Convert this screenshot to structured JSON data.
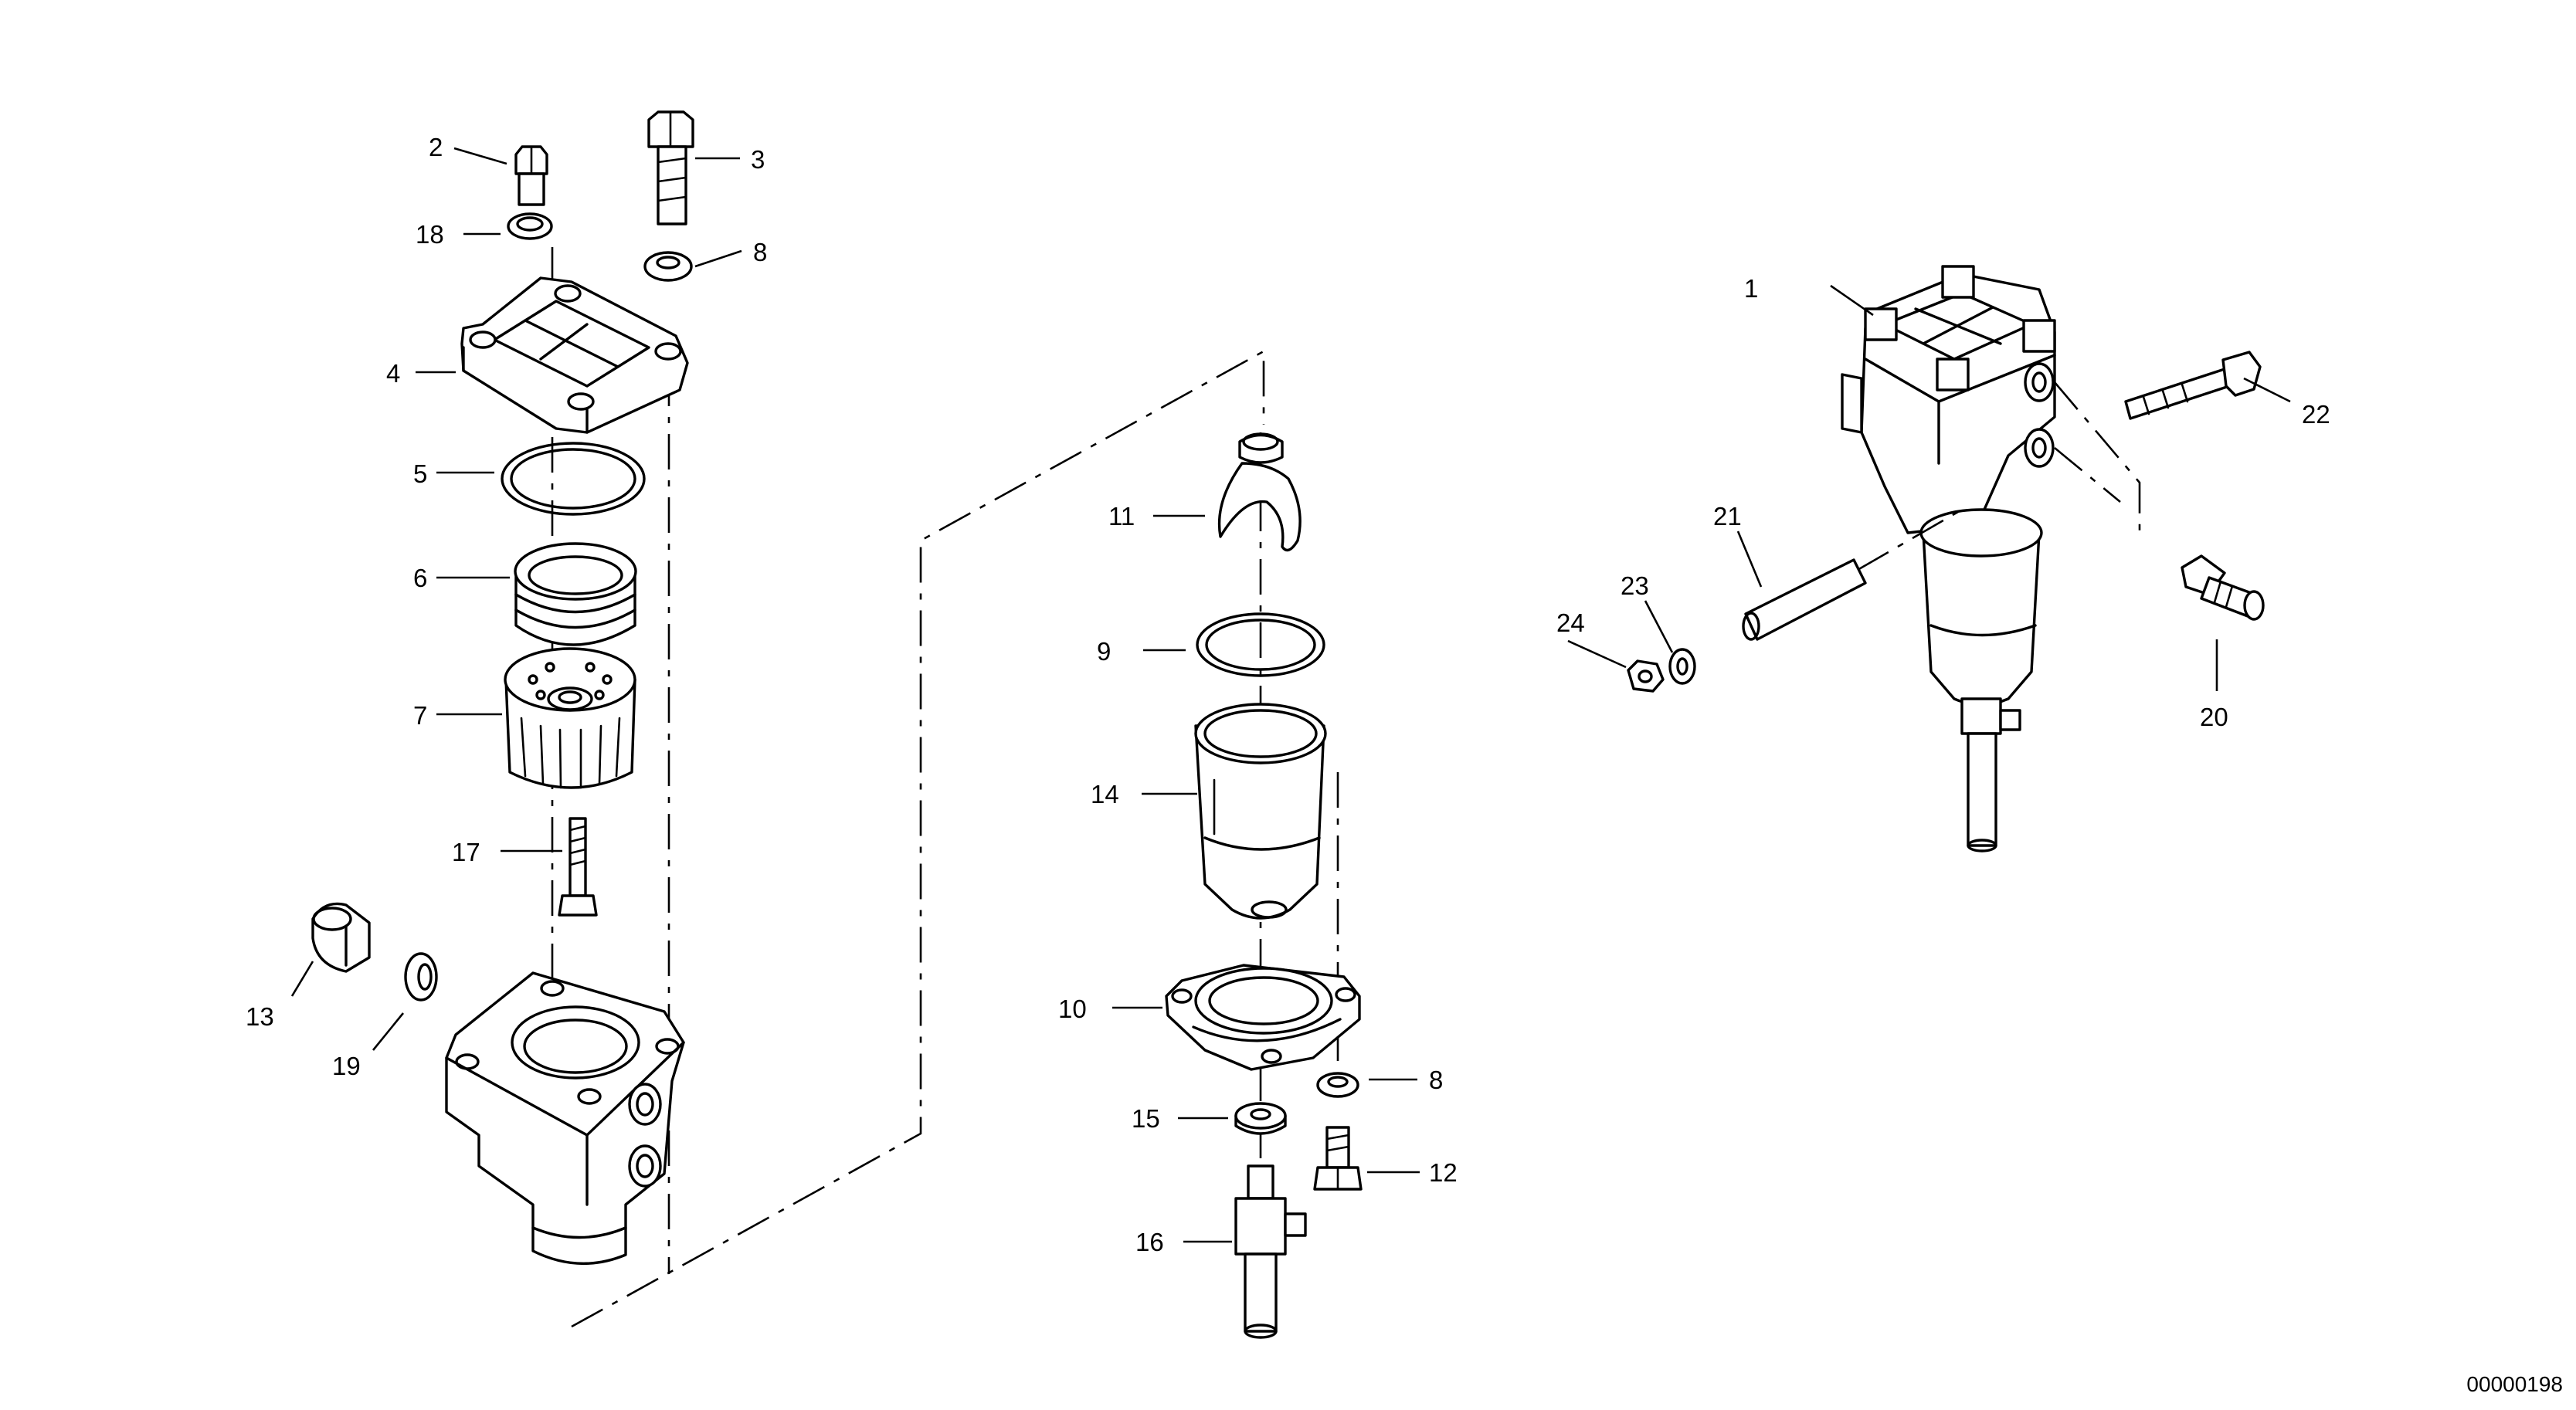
{
  "drawing_number": "00000198",
  "callouts": [
    {
      "id": "c1",
      "text": "1"
    },
    {
      "id": "c2",
      "text": "2"
    },
    {
      "id": "c3",
      "text": "3"
    },
    {
      "id": "c4",
      "text": "4"
    },
    {
      "id": "c5",
      "text": "5"
    },
    {
      "id": "c6",
      "text": "6"
    },
    {
      "id": "c7",
      "text": "7"
    },
    {
      "id": "c8a",
      "text": "8"
    },
    {
      "id": "c8b",
      "text": "8"
    },
    {
      "id": "c9",
      "text": "9"
    },
    {
      "id": "c10",
      "text": "10"
    },
    {
      "id": "c11",
      "text": "11"
    },
    {
      "id": "c12",
      "text": "12"
    },
    {
      "id": "c13",
      "text": "13"
    },
    {
      "id": "c14",
      "text": "14"
    },
    {
      "id": "c15",
      "text": "15"
    },
    {
      "id": "c16",
      "text": "16"
    },
    {
      "id": "c17",
      "text": "17"
    },
    {
      "id": "c18",
      "text": "18"
    },
    {
      "id": "c19",
      "text": "19"
    },
    {
      "id": "c20",
      "text": "20"
    },
    {
      "id": "c21",
      "text": "21"
    },
    {
      "id": "c22",
      "text": "22"
    },
    {
      "id": "c23",
      "text": "23"
    },
    {
      "id": "c24",
      "text": "24"
    }
  ]
}
